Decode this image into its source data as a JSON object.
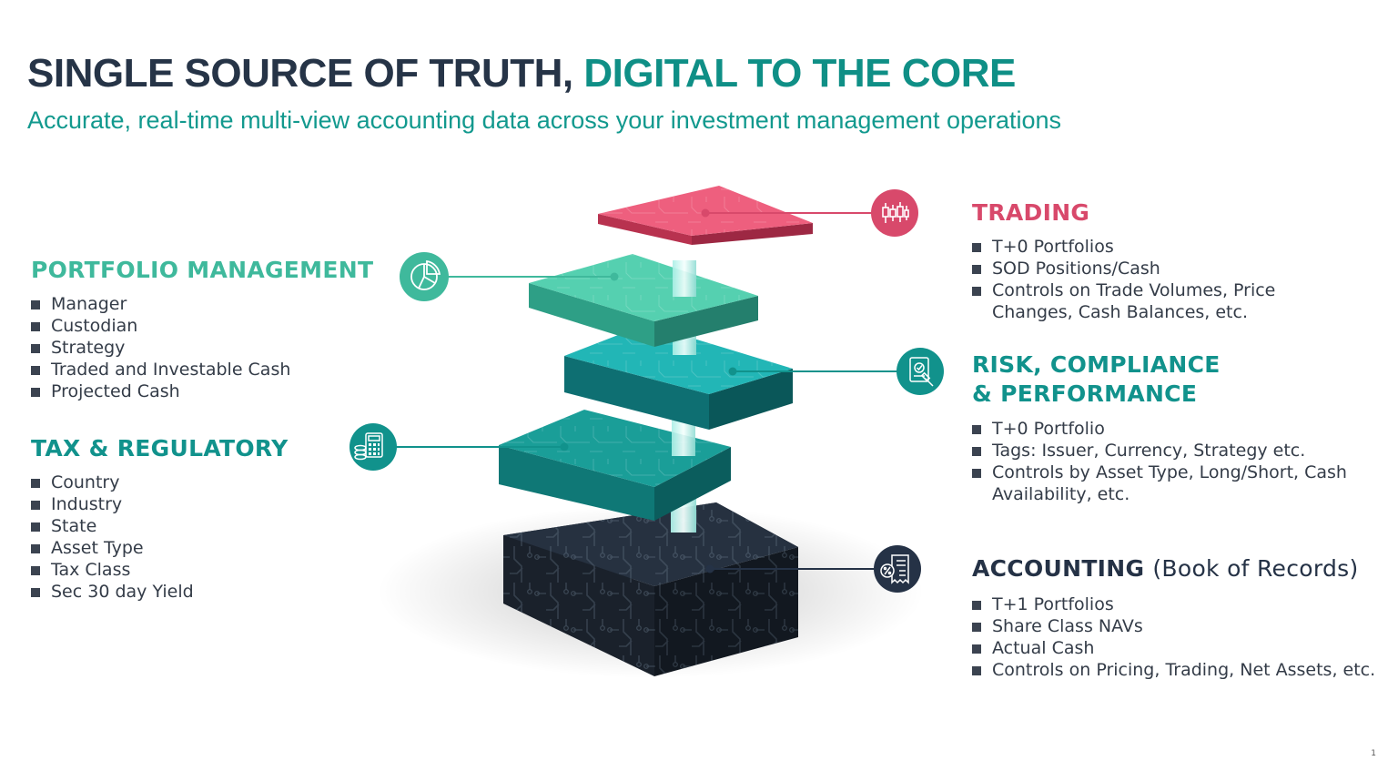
{
  "title": {
    "part1": "SINGLE SOURCE OF TRUTH,",
    "part2": "DIGITAL TO THE CORE"
  },
  "subtitle": "Accurate, real-time multi-view accounting data across your investment management operations",
  "colors": {
    "trading": "#e85a7a",
    "portfolio": "#4ecfae",
    "risk": "#16a6a7",
    "tax": "#139a93",
    "accounting": "#1b2430"
  },
  "sections": {
    "portfolio_management": {
      "heading": "PORTFOLIO MANAGEMENT",
      "icon": "pie-chart-icon",
      "items": [
        "Manager",
        "Custodian",
        "Strategy",
        "Traded and Investable Cash",
        "Projected Cash"
      ]
    },
    "tax_regulatory": {
      "heading": "TAX & REGULATORY",
      "icon": "calculator-coins-icon",
      "items": [
        "Country",
        "Industry",
        "State",
        "Asset Type",
        "Tax Class",
        "Sec 30 day Yield"
      ]
    },
    "trading": {
      "heading": "TRADING",
      "icon": "candlestick-icon",
      "items": [
        "T+0 Portfolios",
        "SOD Positions/Cash",
        "Controls on Trade Volumes, Price Changes, Cash Balances, etc."
      ]
    },
    "risk": {
      "heading_line1": "RISK, COMPLIANCE",
      "heading_line2": "& PERFORMANCE",
      "icon": "compliance-document-gavel-icon",
      "items": [
        "T+0 Portfolio",
        "Tags:  Issuer, Currency, Strategy etc.",
        "Controls by Asset Type, Long/Short, Cash Availability, etc."
      ]
    },
    "accounting": {
      "heading": "ACCOUNTING",
      "heading_paren": "(Book of Records)",
      "icon": "percent-receipt-icon",
      "items": [
        "T+1 Portfolios",
        "Share Class NAVs",
        "Actual Cash",
        "Controls on Pricing, Trading, Net Assets, etc."
      ]
    }
  },
  "page_number": "1"
}
